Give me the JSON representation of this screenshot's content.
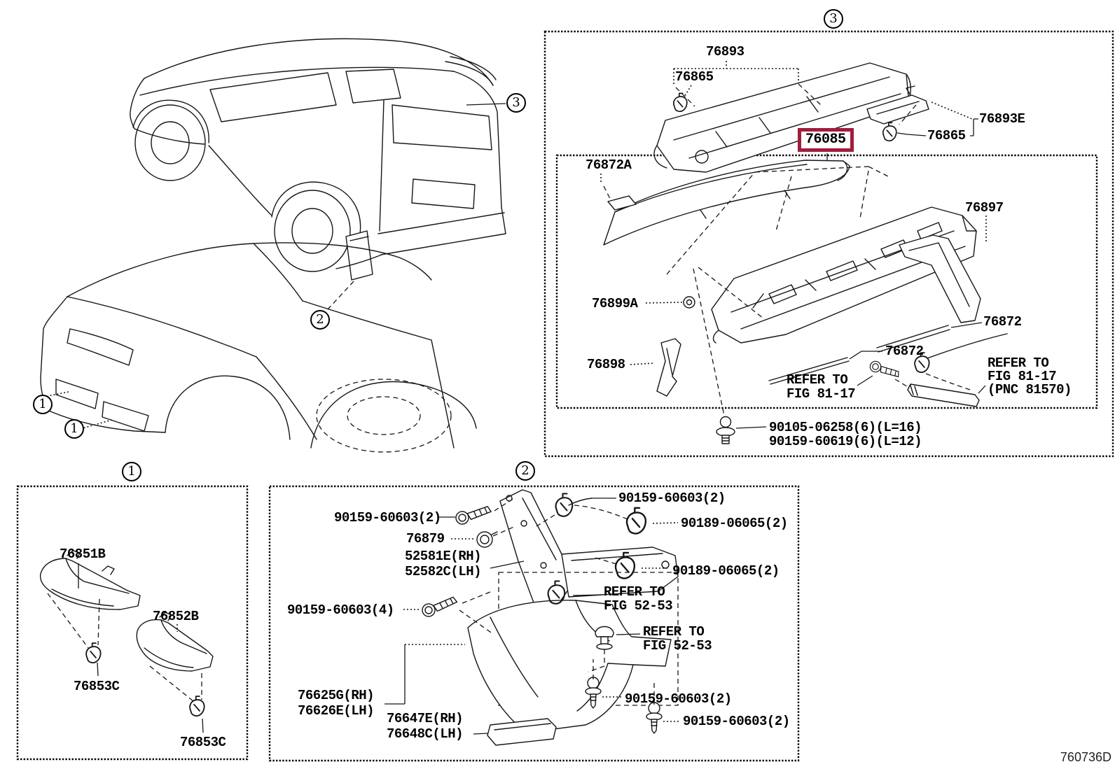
{
  "figure": {
    "code": "760736D",
    "highlight_color": "#A21C3C"
  },
  "callouts": {
    "section1": "1",
    "section2": "2",
    "section3": "3",
    "car_rear_spoiler": "3",
    "car_rear_mudguard": "2",
    "car_front_bumper_a": "1",
    "car_front_bumper_b": "1"
  },
  "labels": {
    "s3": {
      "garnish": "76893",
      "clip_a": "76865",
      "highlight": "76085",
      "bracket": "76893E",
      "clip_b": "76865",
      "pad": "76872A",
      "corner": "76897",
      "grommet": "76899A",
      "molding_right": "76872",
      "molding_mid": "76872",
      "strip": "76898",
      "refer1": [
        "REFER TO",
        "FIG 81-17"
      ],
      "refer2": [
        "REFER TO",
        "FIG 81-17",
        "(PNC 81570)"
      ],
      "bolt_line1": "90105-06258(6)(L=16)",
      "bolt_line2": "90159-60619(6)(L=12)"
    },
    "s2": {
      "screw_tl": "90159-60603(2)",
      "screw_tr": "90159-60603(2)",
      "clip_r1": "90189-06065(2)",
      "clip_r2": "90189-06065(2)",
      "grommet": "76879",
      "bracket_rh": "52581E(RH)",
      "bracket_lh": "52582C(LH)",
      "refer1": [
        "REFER TO",
        "FIG 52-53"
      ],
      "refer2": [
        "REFER TO",
        "FIG 52-53"
      ],
      "screw_l": "90159-60603(4)",
      "mudguard_rh": "76625G(RH)",
      "mudguard_lh": "76626E(LH)",
      "pad_rh": "76647E(RH)",
      "pad_lh": "76648C(LH)",
      "screw_b1": "90159-60603(2)",
      "screw_b2": "90159-60603(2)"
    },
    "s1": {
      "front_rh": "76851B",
      "front_lh": "76852B",
      "clip_a": "76853C",
      "clip_b": "76853C"
    }
  }
}
